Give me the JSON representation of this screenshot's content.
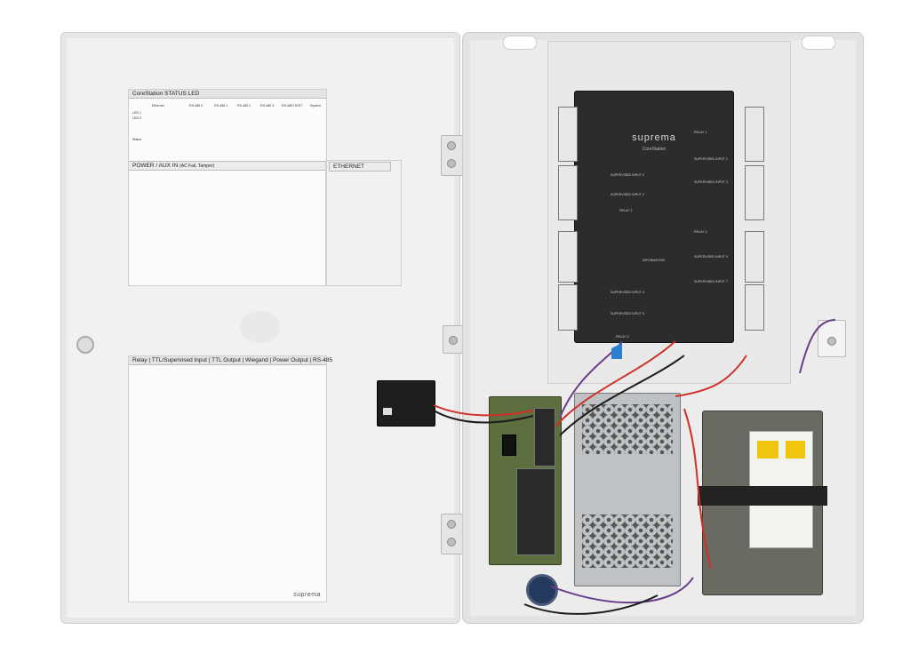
{
  "status_led": {
    "title": "CoreStation STATUS LED",
    "groups": [
      "Ethernet",
      "RS-485 0",
      "RS-485 1",
      "RS-485 2",
      "RS-485 3",
      "RS-485 HOST",
      "System"
    ],
    "rows": [
      "LED 1",
      "LED 2",
      "Status"
    ]
  },
  "power_section": {
    "title": "POWER / AUX IN",
    "subtitle": "(AC Fail, Tamper)"
  },
  "ethernet_section": {
    "title": "ETHERNET"
  },
  "wiring_section": {
    "title": "Relay | TTL/Supervised Input | TTL Output | Wiegand | Power Output | RS-485"
  },
  "door_brand": "suprema",
  "controller": {
    "brand": "suprema",
    "model": "CoreStation",
    "labels": [
      "RELAY 1",
      "RELAY 2",
      "RELAY 3",
      "RELAY 4",
      "SUPERVISED INPUT 0",
      "SUPERVISED INPUT 1",
      "SUPERVISED INPUT 2",
      "SUPERVISED INPUT 3",
      "SUPERVISED INPUT 4",
      "SUPERVISED INPUT 5",
      "SUPERVISED INPUT 6",
      "SUPERVISED INPUT 7"
    ],
    "info": "INFORMATION"
  },
  "colors": {
    "door": "#f1f1f1",
    "board": "#2b2c2e",
    "battery": "#6b6a62",
    "psu": "#bfc2c4",
    "pcb": "#5d6e3f",
    "wire_red": "#d0302a",
    "wire_black": "#1b1b1b",
    "wire_purple": "#6a3d8c",
    "wire_blue": "#2d7fd1"
  }
}
